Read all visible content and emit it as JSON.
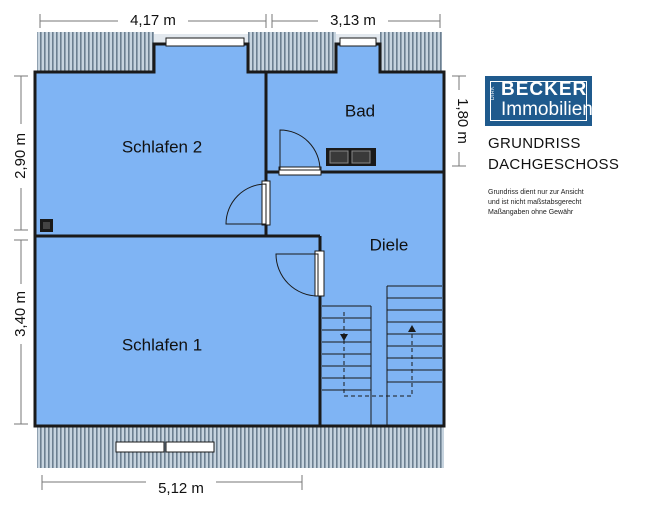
{
  "dimensions": {
    "top_left": "4,17 m",
    "top_right": "3,13 m",
    "bottom": "5,12 m",
    "left_upper": "2,90 m",
    "left_lower": "3,40 m",
    "right": "1,80 m"
  },
  "rooms": {
    "schlafen2": "Schlafen 2",
    "bad": "Bad",
    "diele": "Diele",
    "schlafen1": "Schlafen 1"
  },
  "brand": {
    "firstname": "DIRK",
    "surname": "BECKER",
    "suffix": "Immobilien"
  },
  "title": {
    "line1": "GRUNDRISS",
    "line2": "DACHGESCHOSS"
  },
  "disclaimer": [
    "Grundriss dient nur zur Ansicht",
    "und  ist nicht maßstabsgerecht",
    "Maßangaben ohne Gewähr"
  ],
  "colors": {
    "floor": "#7fb4f4",
    "wall": "#1a1a1a",
    "roof": "#b3c4d3",
    "brand": "#1f5a8d"
  }
}
